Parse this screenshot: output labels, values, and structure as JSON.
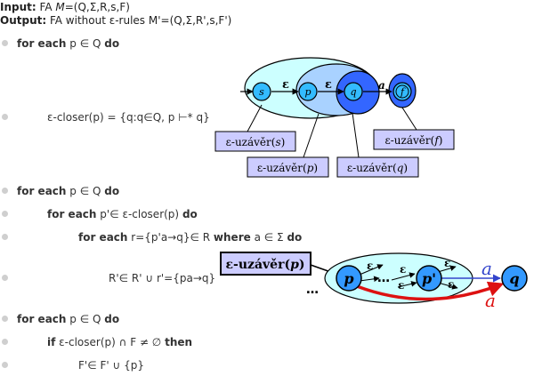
{
  "header": {
    "input_label": "Input:",
    "input_text_pre": "FA ",
    "input_text_m": "M",
    "input_text_post": "=(Q,Σ,R,s,F)",
    "output_label": "Output:",
    "output_text": "FA without ε-rules M'=(Q,Σ,R',s,F')"
  },
  "algorithm": {
    "l1": {
      "kw1": "for each",
      "mid": "p ∈ Q",
      "kw2": "do"
    },
    "l2": {
      "text": "ε-closer(p) = {q:q∈Q, p ⊢* q}"
    },
    "l3": {
      "kw1": "for each",
      "mid": "p ∈ Q",
      "kw2": "do"
    },
    "l4": {
      "kw1": "for each",
      "mid": "p'∈ ε-closer(p)",
      "kw2": "do"
    },
    "l5": {
      "kw1": "for each",
      "mid1": "r={p'a→q}∈ R",
      "kw2": "where",
      "mid2": "a ∈ Σ",
      "kw3": "do"
    },
    "l6": {
      "text": "R'∈ R' ∪ r'={pa→q}"
    },
    "l7": {
      "kw1": "for each",
      "mid": "p ∈ Q",
      "kw2": "do"
    },
    "l8": {
      "kw1": "if",
      "mid": "ε-closer(p) ∩ F ≠ ∅",
      "kw2": "then"
    },
    "l9": {
      "text": "F'∈ F' ∪ {p}"
    }
  },
  "diagram1": {
    "states": {
      "s": "s",
      "p": "p",
      "q": "q",
      "f": "f"
    },
    "edge_labels": {
      "e1": "ε",
      "e2": "ε",
      "a": "a"
    },
    "callouts": {
      "s": {
        "prefix": "ε-uzávěr(",
        "var": "s",
        "suffix": ")"
      },
      "p": {
        "prefix": "ε-uzávěr(",
        "var": "p",
        "suffix": ")"
      },
      "q": {
        "prefix": "ε-uzávěr(",
        "var": "q",
        "suffix": ")"
      },
      "f": {
        "prefix": "ε-uzávěr(",
        "var": "f",
        "suffix": ")"
      }
    }
  },
  "diagram2": {
    "box": {
      "prefix": "ε-uzávěr(",
      "var": "p",
      "suffix": ")"
    },
    "states": {
      "p": "p",
      "p2": "p'",
      "q": "q"
    },
    "dots_left": "…",
    "dots_mid": "…",
    "eps": "ε",
    "a_blue": "a",
    "a_red": "a",
    "colors": {
      "blue": "#3344cc",
      "red": "#dd1111",
      "cyan": "#ccffff",
      "state": "#3399ff"
    }
  }
}
